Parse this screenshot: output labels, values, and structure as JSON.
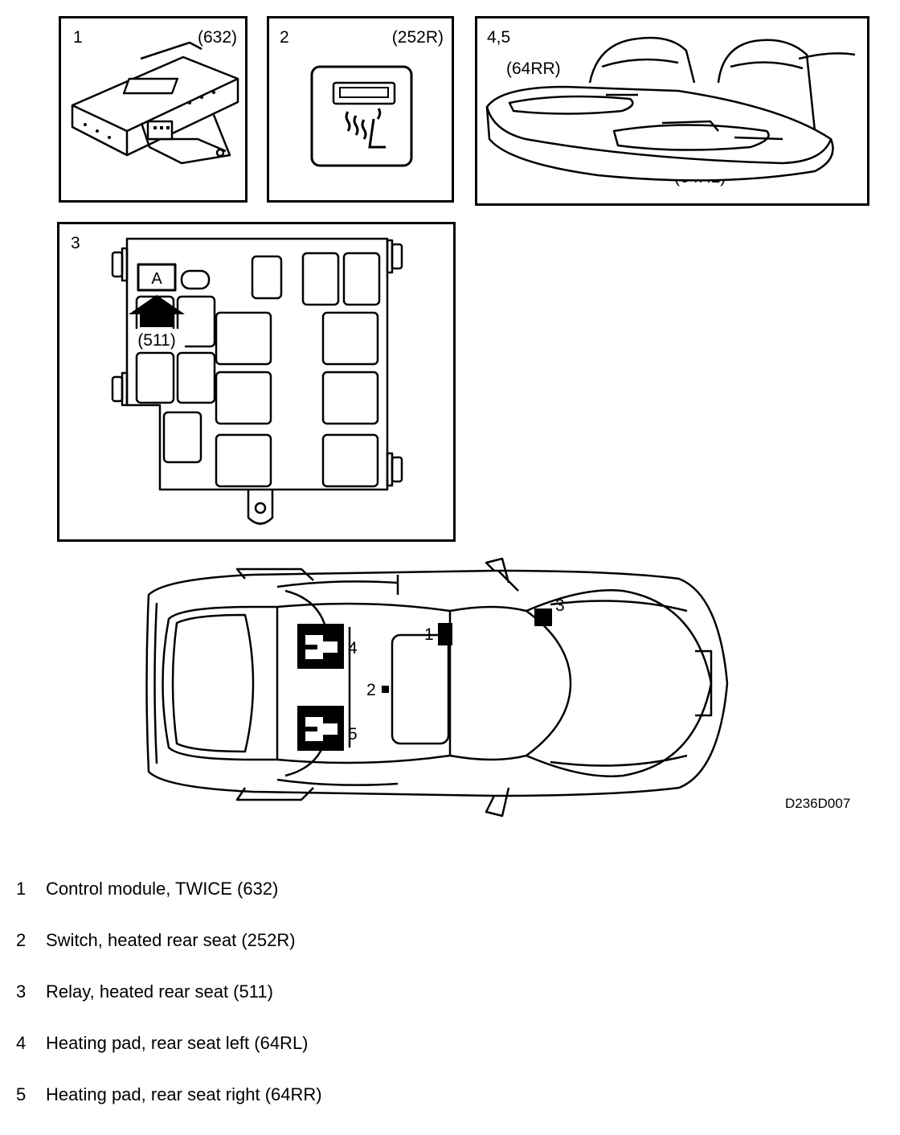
{
  "panels": {
    "p1": {
      "number": "1",
      "code": "(632)"
    },
    "p2": {
      "number": "2",
      "code": "(252R)"
    },
    "p45": {
      "number": "4,5",
      "label_rr": "(64RR)",
      "label_rl": "(64RL)"
    },
    "p3": {
      "number": "3",
      "box_label": "A",
      "relay_label": "(511)"
    }
  },
  "car": {
    "markers": [
      "1",
      "2",
      "3",
      "4",
      "5"
    ]
  },
  "figure_code": "D236D007",
  "legend": [
    {
      "number": "1",
      "text": "Control module, TWICE (632)"
    },
    {
      "number": "2",
      "text": "Switch, heated rear seat (252R)"
    },
    {
      "number": "3",
      "text": "Relay, heated rear seat (511)"
    },
    {
      "number": "4",
      "text": "Heating pad, rear seat left (64RL)"
    },
    {
      "number": "5",
      "text": "Heating pad, rear seat right (64RR)"
    }
  ]
}
